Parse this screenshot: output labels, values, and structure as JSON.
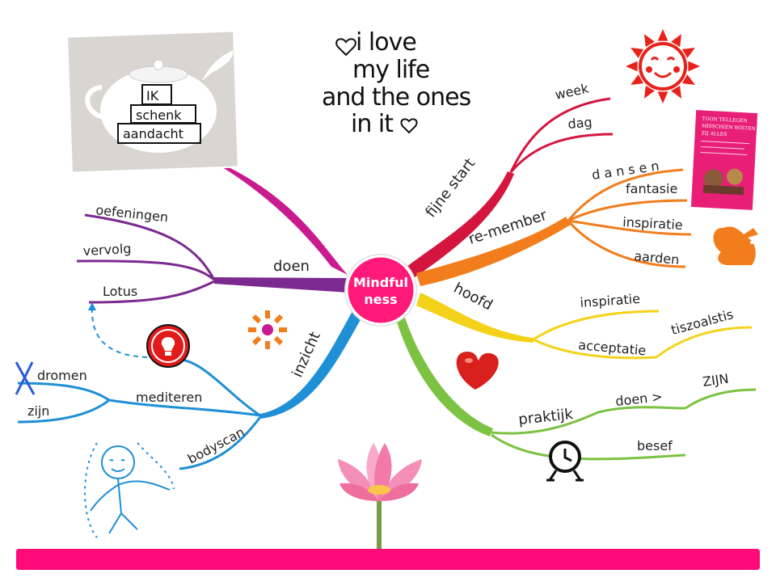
{
  "center": {
    "line1": "Mindful",
    "line2": "ness",
    "color": "#ff1a7a"
  },
  "quote": {
    "line1": "i love",
    "line2": "my life",
    "line3": "and the ones",
    "line4": "in it"
  },
  "teapot": {
    "line1": "IK",
    "line2": "schenk",
    "line3": "aandacht"
  },
  "book": {
    "line1": "TOON TELLEGEN",
    "line2": "MISSCHIEN WISTEN",
    "line3": "ZIJ ALLES",
    "color": "#e81e77"
  },
  "branches": {
    "fijne_start": {
      "label": "fijne start",
      "color": "#d4163f",
      "children": [
        "week",
        "dag"
      ]
    },
    "remember": {
      "label": "re-member",
      "color": "#f27d1c",
      "children": [
        "d a n s e n",
        "fantasie",
        "inspiratie",
        "aarden"
      ]
    },
    "hoofd": {
      "label": "hoofd",
      "color": "#f5d21a",
      "children": [
        "inspiratie",
        "acceptatie",
        "tiszoalstis"
      ]
    },
    "praktijk": {
      "label": "praktijk",
      "color": "#7cc243",
      "children": [
        "doen >",
        "ZIJN",
        "besef"
      ]
    },
    "inzicht": {
      "label": "inzicht",
      "color": "#1f8fd6",
      "children": [
        "mediteren",
        "dromen",
        "zijn",
        "bodyscan"
      ]
    },
    "doen": {
      "label": "doen",
      "color": "#7b2a8f",
      "children": [
        "oefeningen",
        "vervolg",
        "Lotus"
      ]
    },
    "teapot_branch": {
      "color": "#c81b8f"
    }
  },
  "footer": {
    "color": "#ff0a78"
  }
}
